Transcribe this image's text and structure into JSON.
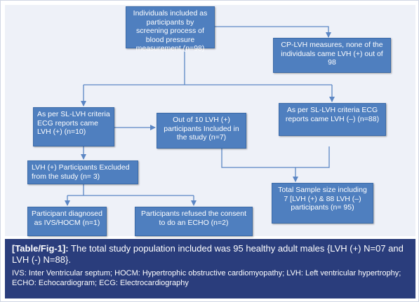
{
  "boxes": {
    "screening": "Individuals included as participants by screening process of blood pressure measurement (n=98)",
    "cp_lvh": "CP-LVH measures, none of the individuals came LVH (+) out of 98",
    "sl_positive": "As per SL-LVH criteria ECG reports came LVH (+) (n=10)",
    "included_10": "Out of 10 LVH (+) participants Included in the study (n=7)",
    "sl_negative": "As per SL-LVH criteria ECG reports came LVH (–) (n=88)",
    "excluded": "LVH (+) Participants Excluded from the study (n= 3)",
    "total_sample": "Total Sample size including 7 [LVH (+) & 88 LVH (–) participants  (n= 95)",
    "ivs_hocm": "Participant diagnosed as IVS/HOCM (n=1)",
    "refused": "Participants refused the consent to do an ECHO (n=2)"
  },
  "caption": {
    "label": "[Table/Fig-1]:",
    "text": " The total study population included was 95 healthy adult males {LVH (+) N=07 and LVH (-) N=88}.",
    "note": "IVS: Inter Ventricular septum; HOCM: Hypertrophic obstructive cardiomyopathy; LVH: Left ventricular hypertrophy; ECHO: Echocardiogram; ECG: Electrocardiography"
  },
  "colors": {
    "box_fill": "#4f7fbf",
    "connector": "#5b86c4",
    "caption_bg": "#2a3d7c"
  }
}
